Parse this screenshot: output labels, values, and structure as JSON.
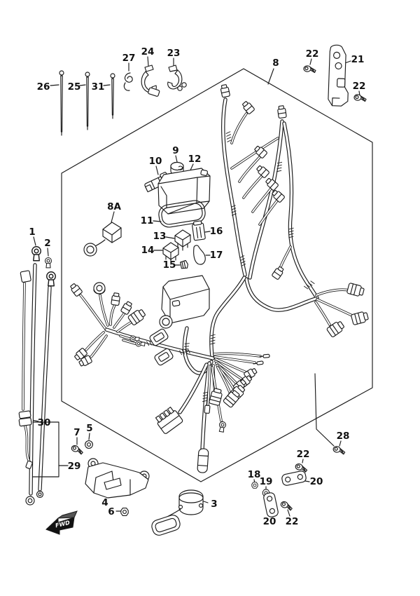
{
  "diagram": {
    "type": "exploded-parts-diagram",
    "subject": "engine wiring harness",
    "background_color": "#ffffff",
    "line_color": "#1a1a1a",
    "fwd_label": "FWD",
    "callouts": [
      {
        "text": "26"
      },
      {
        "text": "25"
      },
      {
        "text": "31"
      },
      {
        "text": "27"
      },
      {
        "text": "24"
      },
      {
        "text": "23"
      },
      {
        "text": "8"
      },
      {
        "text": "22"
      },
      {
        "text": "21"
      },
      {
        "text": "22"
      },
      {
        "text": "9"
      },
      {
        "text": "10"
      },
      {
        "text": "12"
      },
      {
        "text": "8A"
      },
      {
        "text": "11"
      },
      {
        "text": "13"
      },
      {
        "text": "14"
      },
      {
        "text": "15"
      },
      {
        "text": "16"
      },
      {
        "text": "17"
      },
      {
        "text": "1"
      },
      {
        "text": "2"
      },
      {
        "text": "30"
      },
      {
        "text": "29"
      },
      {
        "text": "7"
      },
      {
        "text": "5"
      },
      {
        "text": "4"
      },
      {
        "text": "6"
      },
      {
        "text": "3"
      },
      {
        "text": "18"
      },
      {
        "text": "19"
      },
      {
        "text": "20"
      },
      {
        "text": "22"
      },
      {
        "text": "20"
      },
      {
        "text": "22"
      },
      {
        "text": "28"
      }
    ]
  }
}
